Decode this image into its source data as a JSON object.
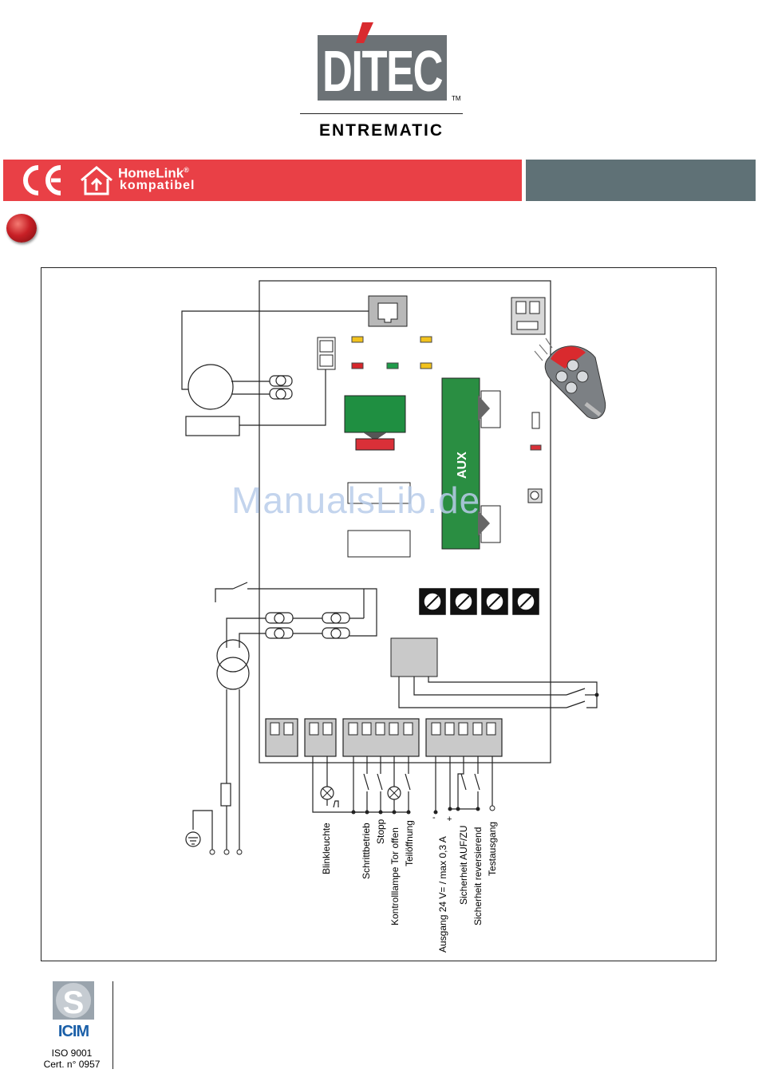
{
  "header": {
    "brand": "DITEC",
    "trademark": "TM",
    "subbrand": "ENTREMATIC"
  },
  "banner": {
    "ce": "CE",
    "homelink": "HomeLink",
    "homelink_reg": "®",
    "compat": "kompatibel",
    "color_red": "#e94046",
    "color_grey": "#5f7176"
  },
  "diagram": {
    "aux_label": "AUX",
    "terminal_labels": {
      "blinkleuchte": "Blinkleuchte",
      "schrittbetrieb": "Schrittbetrieb",
      "stopp": "Stopp",
      "kontrolllampe": "Kontrolllampe Tor offen",
      "teiloeffnung": "Teilöffnung",
      "ausgang": "Ausgang 24 V= / max 0,3 A",
      "sicherheit_aufzu": "Sicherheit AUF/ZU",
      "sicherheit_rev": "Sicherheit reversierend",
      "testausgang": "Testausgang"
    },
    "polarity_minus": "-",
    "polarity_plus": "+"
  },
  "watermark": "ManualsLib.de",
  "footer": {
    "cert_logo_letter": "S",
    "cert_logo": "ICIM",
    "iso": "ISO 9001",
    "cert": "Cert. n° 0957"
  }
}
